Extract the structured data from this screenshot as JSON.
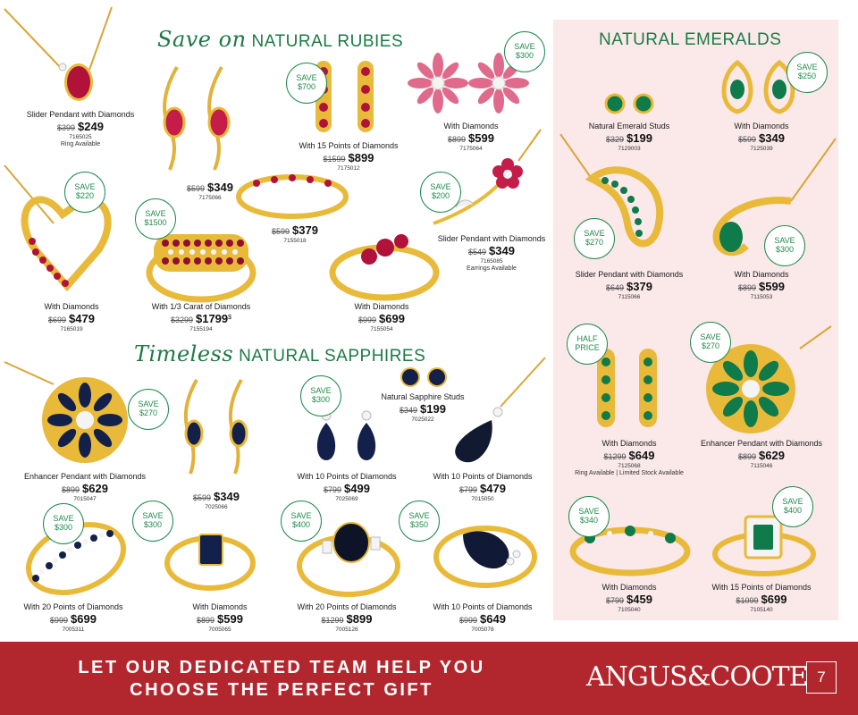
{
  "sections": {
    "rubies": {
      "script": "Save on",
      "title": "NATURAL RUBIES"
    },
    "sapphires": {
      "script": "Timeless",
      "title": "NATURAL SAPPHIRES"
    },
    "emeralds": {
      "title": "NATURAL EMERALDS"
    }
  },
  "colors": {
    "gold": "#e9b93a",
    "ruby": "#b0123a",
    "sapphire": "#13204a",
    "emerald": "#0f7a4a",
    "brand_green": "#1f8a4c",
    "footer_red": "#b2272e",
    "panel_pink": "#fbe9ea"
  },
  "products": {
    "ruby_slider_pendant": {
      "name": "Slider Pendant with Diamonds",
      "was": "$399",
      "now": "$249",
      "code": "7165025",
      "note": "Ring Available"
    },
    "ruby_earrings": {
      "was": "$599",
      "now": "$349",
      "code": "7175066"
    },
    "ruby_hoops": {
      "name": "With 15 Points of Diamonds",
      "was": "$1599",
      "now": "$899",
      "code": "7175012",
      "badge": {
        "line1": "SAVE",
        "line2": "$700"
      }
    },
    "ruby_flower_studs": {
      "name": "With Diamonds",
      "was": "$899",
      "now": "$599",
      "code": "7175064",
      "badge": {
        "line1": "SAVE",
        "line2": "$300"
      }
    },
    "ruby_heart_pendant": {
      "name": "With Diamonds",
      "was": "$699",
      "now": "$479",
      "code": "7165019",
      "badge": {
        "line1": "SAVE",
        "line2": "$220"
      }
    },
    "ruby_wide_ring": {
      "name": "With 1/3 Carat of Diamonds",
      "was": "$3299",
      "now": "$1799",
      "sup": "$",
      "code": "7155194",
      "badge": {
        "line1": "SAVE",
        "line2": "$1500"
      }
    },
    "ruby_band": {
      "was": "$599",
      "now": "$379",
      "code": "7155018"
    },
    "ruby_flower_pendant": {
      "name": "Slider Pendant with Diamonds",
      "was": "$549",
      "now": "$349",
      "code": "7165085",
      "note": "Earrings Available",
      "badge": {
        "line1": "SAVE",
        "line2": "$200"
      }
    },
    "ruby_trilogy_ring": {
      "name": "With Diamonds",
      "was": "$999",
      "now": "$699",
      "code": "7155054"
    },
    "sapphire_enhancer": {
      "name": "Enhancer Pendant with Diamonds",
      "was": "$899",
      "now": "$629",
      "code": "7015047",
      "badge": {
        "line1": "SAVE",
        "line2": "$270"
      }
    },
    "sapphire_earrings": {
      "was": "$599",
      "now": "$349",
      "code": "7025066"
    },
    "sapphire_pear_studs": {
      "name": "With 10 Points of Diamonds",
      "was": "$799",
      "now": "$499",
      "code": "7025069",
      "badge": {
        "line1": "SAVE",
        "line2": "$300"
      }
    },
    "sapphire_studs": {
      "name": "Natural Sapphire Studs",
      "was": "$349",
      "now": "$199",
      "code": "7025022"
    },
    "sapphire_pear_pendant": {
      "name": "With 10 Points of Diamonds",
      "was": "$799",
      "now": "$479",
      "code": "7015050"
    },
    "sapphire_band": {
      "name": "With 20 Points of Diamonds",
      "was": "$999",
      "now": "$699",
      "code": "7005311",
      "badge": {
        "line1": "SAVE",
        "line2": "$300"
      }
    },
    "sapphire_emerald_cut_ring": {
      "name": "With Diamonds",
      "was": "$899",
      "now": "$599",
      "code": "7005065",
      "badge": {
        "line1": "SAVE",
        "line2": "$300"
      }
    },
    "sapphire_oval_ring": {
      "name": "With 20 Points of Diamonds",
      "was": "$1299",
      "now": "$899",
      "code": "7005126",
      "badge": {
        "line1": "SAVE",
        "line2": "$400"
      }
    },
    "sapphire_pear_ring": {
      "name": "With 10 Points of Diamonds",
      "was": "$999",
      "now": "$649",
      "code": "7005078",
      "badge": {
        "line1": "SAVE",
        "line2": "$350"
      }
    },
    "emerald_studs": {
      "name": "Natural Emerald Studs",
      "was": "$329",
      "now": "$199",
      "code": "7129003"
    },
    "emerald_pear_earrings": {
      "name": "With Diamonds",
      "was": "$599",
      "now": "$349",
      "code": "7125039",
      "badge": {
        "line1": "SAVE",
        "line2": "$250"
      }
    },
    "emerald_slider_pendant": {
      "name": "Slider Pendant with Diamonds",
      "was": "$649",
      "now": "$379",
      "code": "7115066",
      "badge": {
        "line1": "SAVE",
        "line2": "$270"
      }
    },
    "emerald_swirl_pendant": {
      "name": "With Diamonds",
      "was": "$899",
      "now": "$599",
      "code": "7115053",
      "badge": {
        "line1": "SAVE",
        "line2": "$300"
      }
    },
    "emerald_hoops": {
      "name": "With Diamonds",
      "was": "$1299",
      "now": "$649",
      "code": "7125068",
      "note": "Ring Available | Limited Stock Available",
      "badge": {
        "line1": "HALF",
        "line2": "PRICE"
      }
    },
    "emerald_enhancer": {
      "name": "Enhancer Pendant with Diamonds",
      "was": "$899",
      "now": "$629",
      "code": "7115046",
      "badge": {
        "line1": "SAVE",
        "line2": "$270"
      }
    },
    "emerald_band": {
      "name": "With Diamonds",
      "was": "$799",
      "now": "$459",
      "code": "7105040",
      "badge": {
        "line1": "SAVE",
        "line2": "$340"
      }
    },
    "emerald_halo_ring": {
      "name": "With 15 Points of Diamonds",
      "was": "$1099",
      "now": "$699",
      "code": "7105140",
      "badge": {
        "line1": "SAVE",
        "line2": "$400"
      }
    }
  },
  "footer": {
    "line1": "LET OUR DEDICATED TEAM HELP YOU",
    "line2": "CHOOSE THE PERFECT GIFT",
    "brand": "ANGUS&COOTE",
    "page_number": "7"
  }
}
